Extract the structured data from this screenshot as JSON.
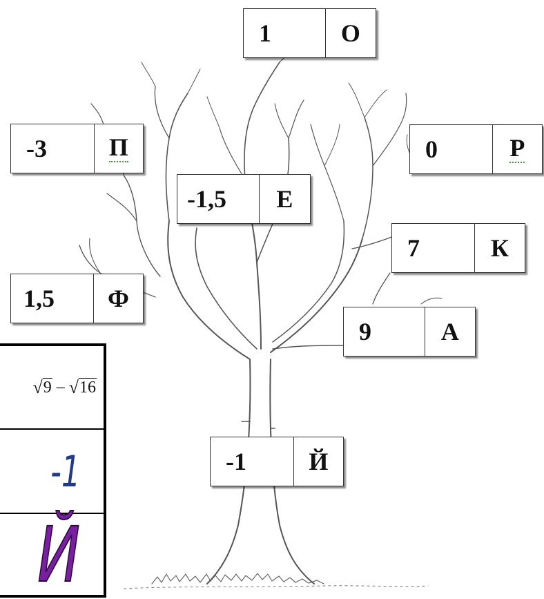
{
  "cards": [
    {
      "id": "o",
      "number": "1",
      "letter": "О",
      "squiggle": false
    },
    {
      "id": "p",
      "number": "-3",
      "letter": "П",
      "squiggle": true
    },
    {
      "id": "r",
      "number": "0",
      "letter": "Р",
      "squiggle": true
    },
    {
      "id": "e",
      "number": "-1,5",
      "letter": "Е",
      "squiggle": false
    },
    {
      "id": "k",
      "number": "7",
      "letter": "К",
      "squiggle": false
    },
    {
      "id": "f",
      "number": "1,5",
      "letter": "Ф",
      "squiggle": false
    },
    {
      "id": "a",
      "number": "9",
      "letter": "А",
      "squiggle": false
    },
    {
      "id": "y",
      "number": "-1",
      "letter": "Й",
      "squiggle": false
    }
  ],
  "answer_table": {
    "expression": {
      "radicand_1": "9",
      "operator": "–",
      "radicand_2": "16"
    },
    "result": "-1",
    "letter": "Й"
  },
  "colors": {
    "result_text": "#1f3a8a",
    "letter_fill": "#7a1fa2",
    "underline": "#3a9a3a"
  }
}
